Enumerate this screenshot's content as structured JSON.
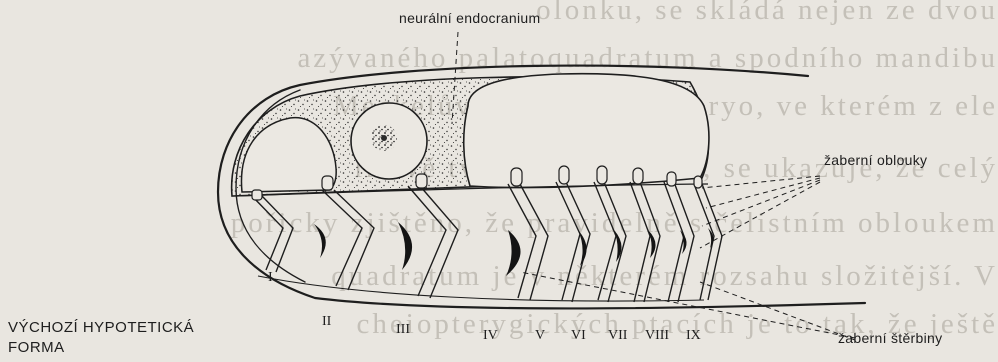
{
  "background_text": [
    "olonku, se skládá nejen ze dvou",
    "azývaného palatoquadratum a spodního mandibu",
    "Meckelův element. V embryo, ve kterém z ele",
    "lilově tvarovaných částí, se ukazuje, že celý",
    "pořicky zjištěno, že pravidelně s čelistním obloukem",
    "quadratum je v některém rozsahu složitější. V",
    "cheiopterygických ptacích je to tak, že ještě"
  ],
  "labels": {
    "neural_endocranium": "neurální endocranium",
    "gill_arches": "žaberní oblouky",
    "gill_slits": "žaberní štěrbiny",
    "caption_line1": "VÝCHOZÍ HYPOTETICKÁ",
    "caption_line2": "FORMA"
  },
  "arch_numerals": [
    "I",
    "II",
    "III",
    "IV",
    "V",
    "VI",
    "VII",
    "VIII",
    "IX"
  ]
}
